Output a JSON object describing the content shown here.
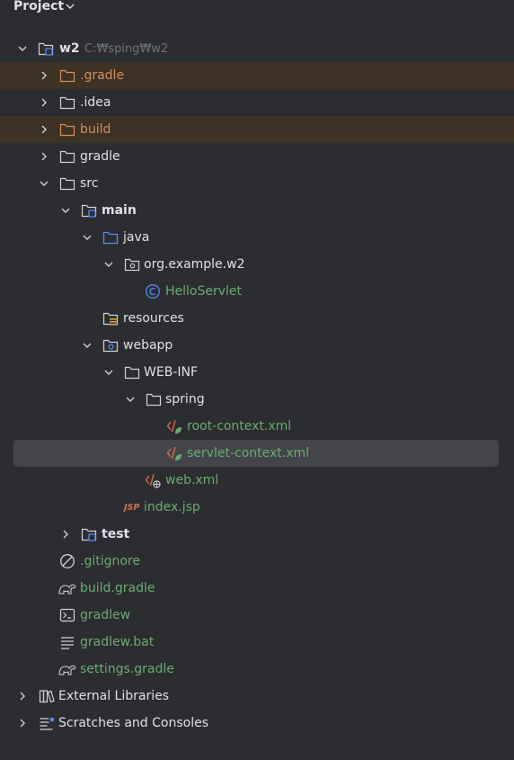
{
  "header": {
    "title": "Project"
  },
  "tree": {
    "root": {
      "label": "w2",
      "path": "C:₩sping₩w2"
    },
    "gradle_dir": ".gradle",
    "idea_dir": ".idea",
    "build_dir": "build",
    "gradle": "gradle",
    "src": "src",
    "main": "main",
    "java": "java",
    "package": "org.example.w2",
    "hello_servlet": "HelloServlet",
    "resources": "resources",
    "webapp": "webapp",
    "web_inf": "WEB-INF",
    "spring": "spring",
    "root_context": "root-context.xml",
    "servlet_context": "servlet-context.xml",
    "web_xml": "web.xml",
    "index_jsp": "index.jsp",
    "test": "test",
    "gitignore": ".gitignore",
    "build_gradle": "build.gradle",
    "gradlew": "gradlew",
    "gradlew_bat": "gradlew.bat",
    "settings_gradle": "settings.gradle",
    "external_libraries": "External Libraries",
    "scratches": "Scratches and Consoles"
  },
  "icons": {
    "folder": "folder-icon",
    "module": "module-folder-icon",
    "source_root": "source-root-icon",
    "package": "package-icon",
    "class": "class-icon",
    "resources": "resources-root-icon",
    "web": "web-root-icon",
    "xml": "xml-file-icon",
    "web_xml": "web-xml-icon",
    "jsp": "jsp-file-icon",
    "ignore": "gitignore-icon",
    "gradle": "gradle-icon",
    "terminal": "shell-script-icon",
    "text": "text-file-icon",
    "library": "library-icon",
    "scratch": "scratches-icon"
  },
  "colors": {
    "background": "#2b2d30",
    "excluded_highlight": "#3d3223",
    "selection": "#43454a",
    "text": "#dfe1e5",
    "excluded_text": "#d38e5e",
    "new_file_text": "#6aab73",
    "hint_text": "#6f737a",
    "source_blue": "#548af7"
  }
}
